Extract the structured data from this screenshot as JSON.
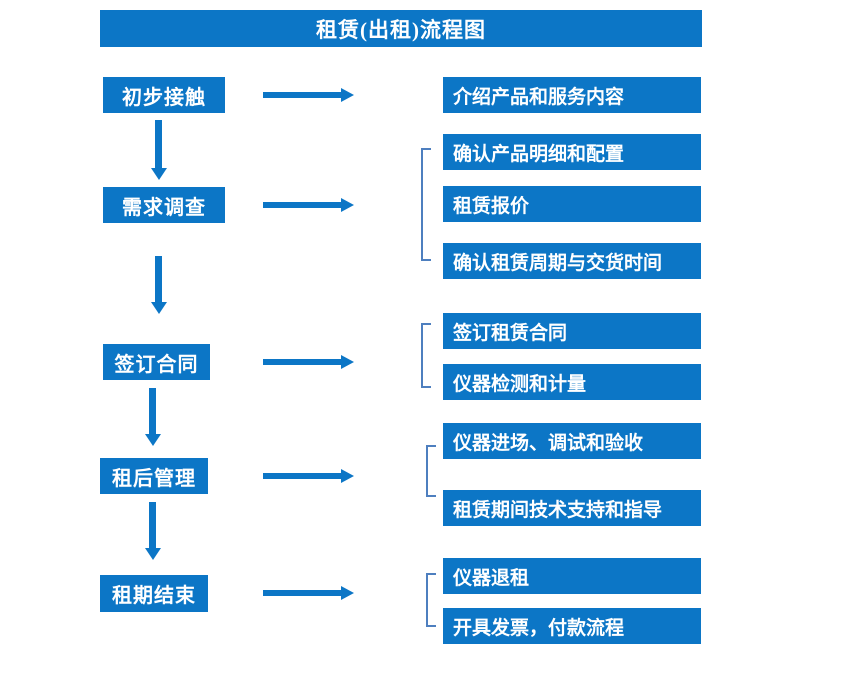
{
  "title": "租赁(出租)流程图",
  "colors": {
    "primary": "#0C76C6",
    "bracket": "#4E7FBF",
    "text": "#FFFFFF",
    "background": "#FFFFFF"
  },
  "flow": {
    "steps": [
      {
        "label": "初步接触",
        "details": [
          "介绍产品和服务内容"
        ]
      },
      {
        "label": "需求调查",
        "details": [
          "确认产品明细和配置",
          "租赁报价",
          "确认租赁周期与交货时间"
        ]
      },
      {
        "label": "签订合同",
        "details": [
          "签订租赁合同",
          "仪器检测和计量"
        ]
      },
      {
        "label": "租后管理",
        "details": [
          "仪器进场、调试和验收",
          "租赁期间技术支持和指导"
        ]
      },
      {
        "label": "租期结束",
        "details": [
          "仪器退租",
          "开具发票，付款流程"
        ]
      }
    ]
  }
}
